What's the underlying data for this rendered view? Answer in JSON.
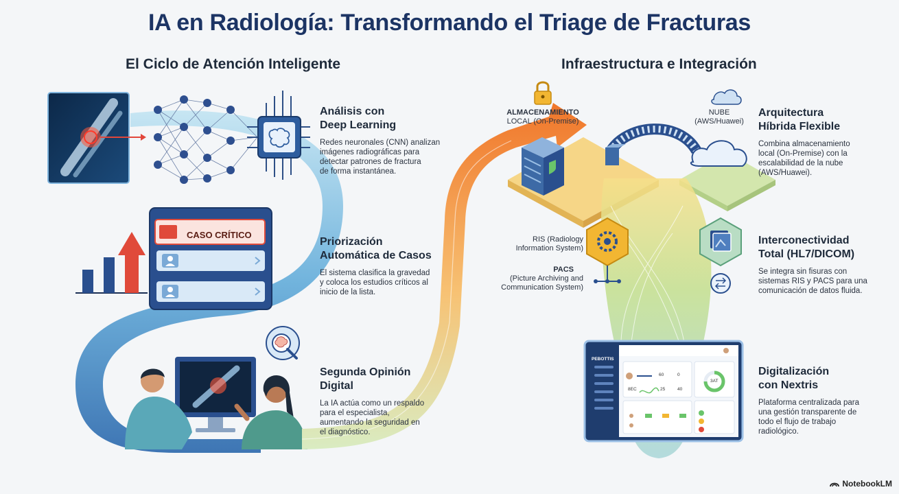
{
  "title": "IA en Radiología: Transformando el Triage de Fracturas",
  "left_section": {
    "title": "El Ciclo de Atención Inteligente",
    "blocks": [
      {
        "title_l1": "Análisis con",
        "title_l2": "Deep Learning",
        "text_l1": "Redes neuronales (CNN) analizan",
        "text_l2": "imágenes radiográficas para",
        "text_l3": "detectar patrones de fractura",
        "text_l4": "de forma instantánea."
      },
      {
        "title_l1": "Priorización",
        "title_l2": "Automática de Casos",
        "text_l1": "El sistema clasifica la gravedad",
        "text_l2": "y coloca los estudios críticos al",
        "text_l3": "inicio de la lista."
      },
      {
        "title_l1": "Segunda Opinión",
        "title_l2": "Digital",
        "text_l1": "La IA actúa como un respaldo",
        "text_l2": "para el especialista,",
        "text_l3": "aumentando la seguridad en",
        "text_l4": "el diagnóstico."
      }
    ],
    "critical_label": "CASO CRÍTICO"
  },
  "right_section": {
    "title": "Infraestructura e Integración",
    "labels": {
      "local_l1": "ALMACENAMIENTO",
      "local_l2": "LOCAL (On-Premise)",
      "cloud_l1": "NUBE",
      "cloud_l2": "(AWS/Huawei)",
      "ris_l1": "RIS (Radiology",
      "ris_l2": "Information System)",
      "pacs_l1": "PACS",
      "pacs_l2": "(Picture Archiving and",
      "pacs_l3": "Communication System)"
    },
    "blocks": [
      {
        "title_l1": "Arquitectura",
        "title_l2": "Híbrida Flexible",
        "text_l1": "Combina almacenamiento",
        "text_l2": "local (On-Premise) con la",
        "text_l3": "escalabilidad de la nube",
        "text_l4": "(AWS/Huawei)."
      },
      {
        "title_l1": "Interconectividad",
        "title_l2": "Total (HL7/DICOM)",
        "text_l1": "Se integra sin fisuras con",
        "text_l2": "sistemas RIS y PACS para una",
        "text_l3": "comunicación de datos fluida."
      },
      {
        "title_l1": "Digitalización",
        "title_l2": "con Nextris",
        "text_l1": "Plataforma centralizada para",
        "text_l2": "una gestión transparente de",
        "text_l3": "todo el flujo de trabajo",
        "text_l4": "radiológico."
      }
    ],
    "dashboard": {
      "logo": "PEBOTTIS",
      "v1": "60",
      "v2": "0",
      "v3": "25",
      "v4": "40",
      "gauge": "3AT",
      "row_label": "8EC"
    }
  },
  "brand": "NotebookLM",
  "colors": {
    "title": "#1c3464",
    "accent_orange": "#f28b24",
    "accent_blue": "#2e6fb5",
    "critical_red": "#e04a3a",
    "flow_green": "#9ccf6a"
  }
}
